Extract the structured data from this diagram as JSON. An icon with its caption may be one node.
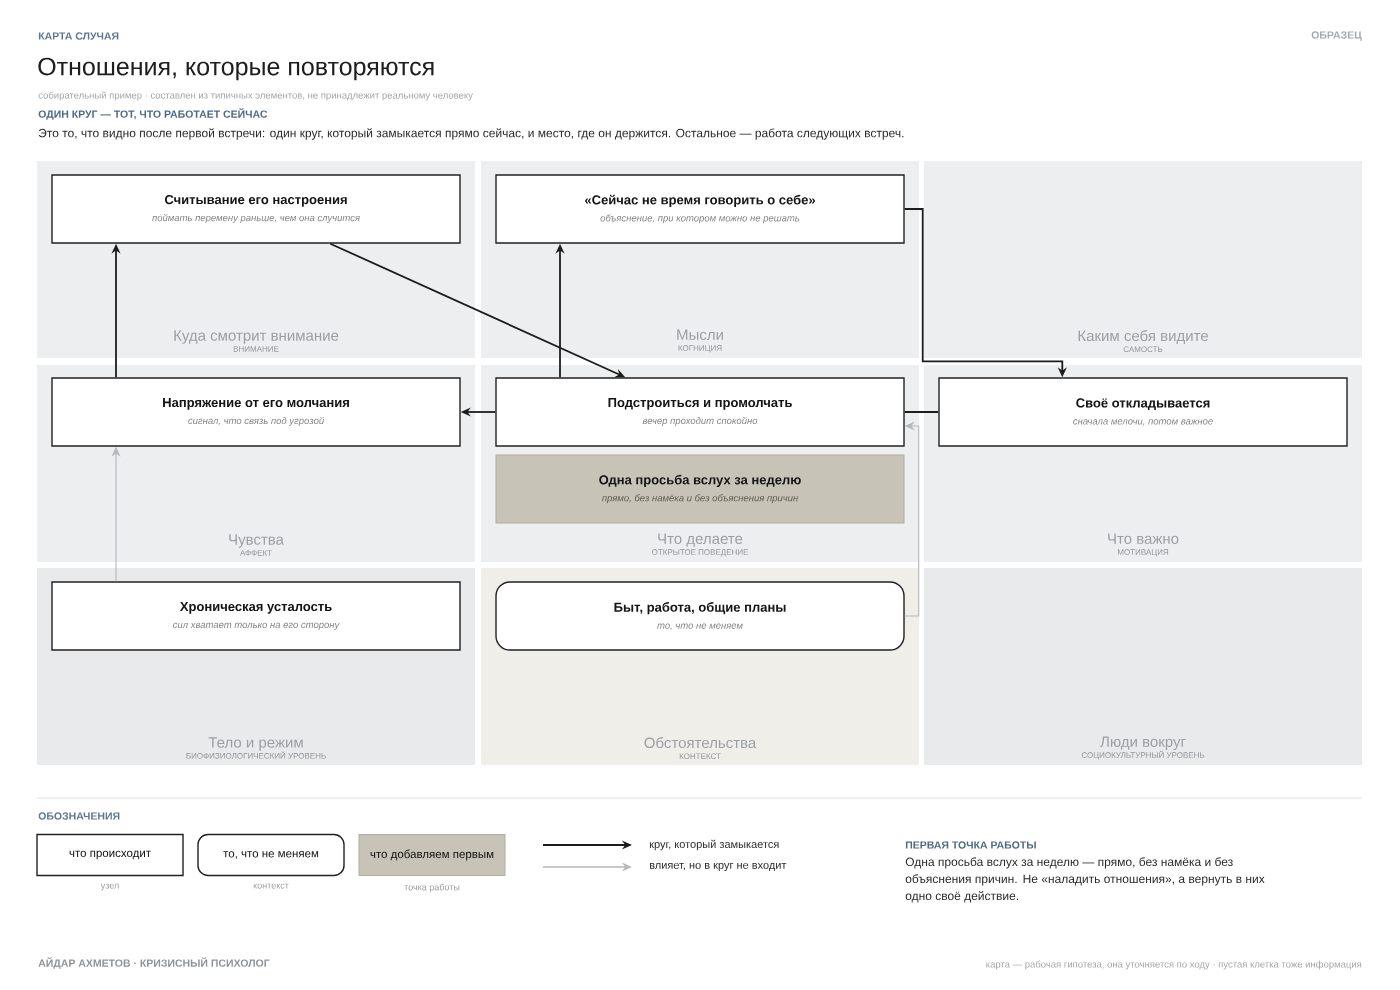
{
  "diagram": {
    "title": "Отношения, которые повторяются",
    "nodes": [
      {
        "text": [
          "Куда смотрит внимание",
          "ВНИМАНИЕ"
        ]
      },
      {
        "text": [
          "Считывание его настроения",
          "поймать перемену раньше, чем она случится"
        ],
        "in": 0
      },
      {
        "text": [
          "Мысли",
          "КОГНИЦИЯ"
        ]
      },
      {
        "text": [
          "«Сейчас не время говорить о себе»",
          "объяснение, при котором можно не решать"
        ],
        "in": 2
      },
      {
        "text": [
          "Каким себя видите",
          "САМОСТЬ"
        ]
      },
      {
        "text": [
          "Чувства",
          "АФФЕКТ"
        ]
      },
      {
        "text": [
          "Напряжение от его молчания",
          "сигнал, что связь под угрозой"
        ],
        "in": 5
      },
      {
        "text": [
          "Что делаете",
          "ОТКРЫТОЕ ПОВЕДЕНИЕ"
        ]
      },
      {
        "text": [
          "Подстроиться и промолчать",
          "вечер проходит спокойно"
        ],
        "in": 7
      },
      {
        "text": [
          "Одна просьба вслух за неделю",
          "прямо, без намёка и без объяснения причин"
        ],
        "in": 7
      },
      {
        "text": [
          "Что важно",
          "МОТИВАЦИЯ"
        ]
      },
      {
        "text": [
          "Своё откладывается",
          "сначала мелочи, потом важное"
        ],
        "in": 10
      },
      {
        "text": [
          "Тело и режим",
          "БИОФИЗИОЛОГИЧЕСКИЙ УРОВЕНЬ"
        ]
      },
      {
        "text": [
          "Хроническая усталость",
          "сил хватает только на его сторону"
        ],
        "in": 12
      },
      {
        "text": [
          "Обстоятельства",
          "КОНТЕКСТ"
        ]
      },
      {
        "text": [
          "Быт, работа, общие планы",
          "то, что не меняем"
        ],
        "in": 14
      },
      {
        "text": [
          "Люди вокруг",
          "СОЦИОКУЛЬТУРНЫЙ УРОВЕНЬ"
        ]
      },
      {
        "text": [
          "что происходит"
        ],
        "beside": [
          "узел"
        ]
      },
      {
        "text": [
          "то, что не меняем"
        ],
        "beside": [
          "контекст"
        ]
      },
      {
        "text": [
          "что добавляем первым"
        ],
        "beside": [
          "точка работы"
        ]
      }
    ],
    "edges": [
      {
        "from": 6,
        "to": 1,
        "arrow": "to"
      },
      {
        "from": 1,
        "to": 8,
        "arrow": "to"
      },
      {
        "from": 8,
        "to": 3,
        "arrow": "to"
      },
      {
        "from": 3,
        "to": 11,
        "arrow": "to"
      },
      {
        "from": 8,
        "to": 6,
        "arrow": "to"
      },
      {
        "from": 11,
        "to": 8,
        "arrow": "none"
      },
      {
        "from": 13,
        "to": 6,
        "arrow": "to",
        "color": "#b4b8bc"
      },
      {
        "from": 15,
        "to": 8,
        "arrow": "to",
        "color": "#b4b8bc"
      }
    ],
    "labels": [
      "КАРТА СЛУЧАЯ",
      "ОБРАЗЕЦ",
      "собирательный пример · составлен из типичных элементов, не принадлежит реальному человеку",
      "ОДИН КРУГ — ТОТ, ЧТО РАБОТАЕТ СЕЙЧАС",
      "Это то, что видно после первой встречи: один круг, который замыкается прямо сейчас, и место, где он держится. Остальное — работа следующих встреч.",
      "ОБОЗНАЧЕНИЯ",
      "ПЕРВАЯ ТОЧКА РАБОТЫ",
      "Одна просьба вслух за неделю — прямо, без намёка и без объяснения причин. Не «наладить отношения», а вернуть в них одно своё действие.",
      "АЙДАР АХМЕТОВ · КРИЗИСНЫЙ ПСИХОЛОГ",
      "карта — рабочая гипотеза, она уточняется по ходу · пустая клетка тоже информация"
    ],
    "legend": [
      {
        "text": "круг, который замыкается"
      },
      {
        "text": "влияет, но в круг не входит"
      }
    ]
  }
}
